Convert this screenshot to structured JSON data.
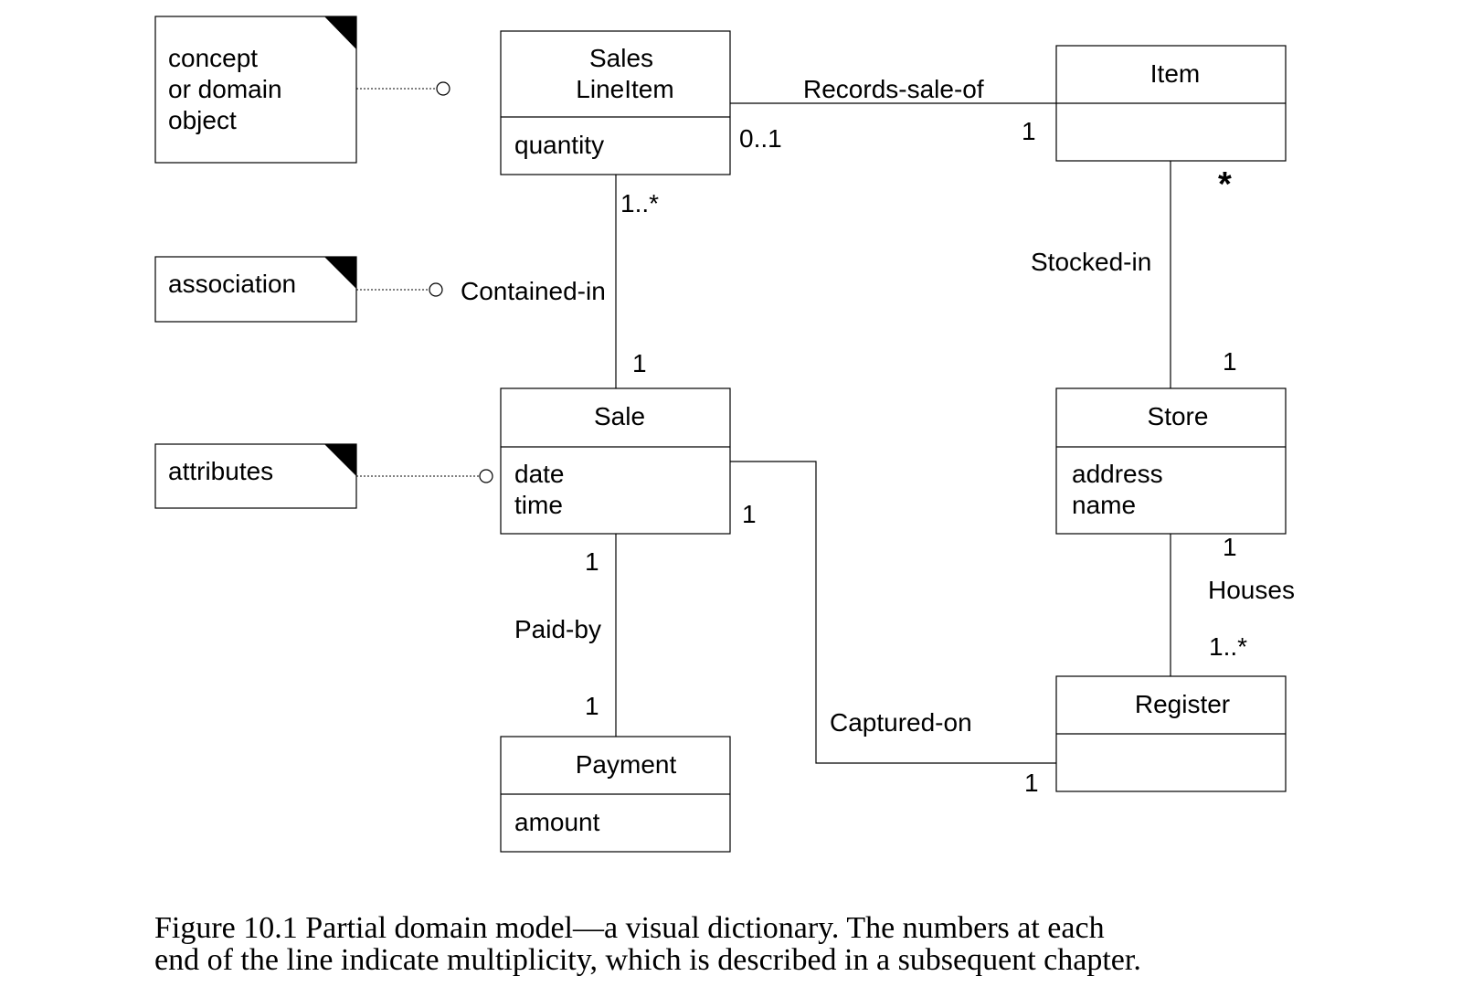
{
  "notes": {
    "concept": {
      "line1": "concept",
      "line2": "or domain",
      "line3": "object"
    },
    "association": {
      "label": "association"
    },
    "attributes": {
      "label": "attributes"
    }
  },
  "classes": {
    "sales_line_item": {
      "name_line1": "Sales",
      "name_line2": "LineItem",
      "attributes": [
        "quantity"
      ]
    },
    "item": {
      "name": "Item",
      "attributes": []
    },
    "sale": {
      "name": "Sale",
      "attributes": [
        "date",
        "time"
      ]
    },
    "store": {
      "name": "Store",
      "attributes": [
        "address",
        "name"
      ]
    },
    "register": {
      "name": "Register",
      "attributes": []
    },
    "payment": {
      "name": "Payment",
      "attributes": [
        "amount"
      ]
    }
  },
  "associations": {
    "records_sale_of": {
      "label": "Records-sale-of",
      "mult_sales_line_item": "0..1",
      "mult_item": "1"
    },
    "contained_in": {
      "label": "Contained-in",
      "mult_sales_line_item": "1..*",
      "mult_sale": "1"
    },
    "stocked_in": {
      "label": "Stocked-in",
      "mult_item": "*",
      "mult_store": "1"
    },
    "paid_by": {
      "label": "Paid-by",
      "mult_sale": "1",
      "mult_payment": "1"
    },
    "captured_on": {
      "label": "Captured-on",
      "mult_sale": "1",
      "mult_register": "1"
    },
    "houses": {
      "label": "Houses",
      "mult_store": "1",
      "mult_register": "1..*"
    }
  },
  "caption": {
    "line1": "Figure 10.1 Partial domain model—a visual dictionary. The numbers at each",
    "line2": "end of the line indicate multiplicity, which is described in a subsequent chapter."
  }
}
